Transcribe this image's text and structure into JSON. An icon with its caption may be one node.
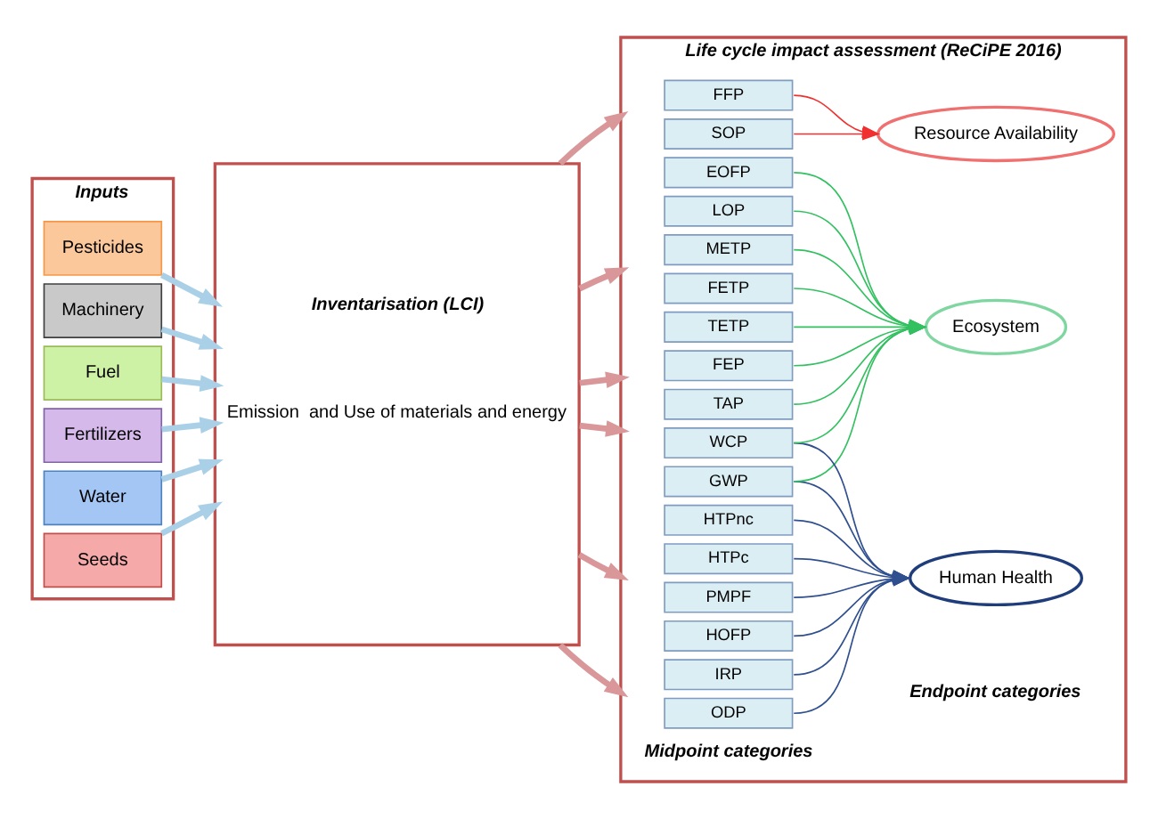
{
  "diagram": {
    "nodes": [
      {
        "text": [
          "Inputs"
        ]
      },
      {
        "text": [
          "Seeds"
        ],
        "in": 0
      },
      {
        "text": [
          "Water"
        ],
        "in": 0
      },
      {
        "text": [
          "Fertilizers"
        ],
        "in": 0
      },
      {
        "text": [
          "Fuel"
        ],
        "in": 0
      },
      {
        "text": [
          "Machinery"
        ],
        "in": 0
      },
      {
        "text": [
          "Pesticides"
        ],
        "in": 0
      },
      {
        "text": [
          "Inventarisation (LCI)",
          "Emission  and Use of materials and energy"
        ]
      },
      {
        "text": [
          "Life cycle impact assessment (ReCiPE 2016)"
        ]
      },
      {
        "text": [
          "GWP"
        ],
        "in": 8
      },
      {
        "text": [
          "ODP"
        ],
        "in": 8
      },
      {
        "text": [
          "IRP"
        ],
        "in": 8
      },
      {
        "text": [
          "HOFP"
        ],
        "in": 8
      },
      {
        "text": [
          "PMPF"
        ],
        "in": 8
      },
      {
        "text": [
          "HTPc"
        ],
        "in": 8
      },
      {
        "text": [
          "HTPnc"
        ],
        "in": 8
      },
      {
        "text": [
          "WCP"
        ],
        "in": 8
      },
      {
        "text": [
          "EOFP"
        ],
        "in": 8
      },
      {
        "text": [
          "TAP"
        ],
        "in": 8
      },
      {
        "text": [
          "FEP"
        ],
        "in": 8
      },
      {
        "text": [
          "TETP"
        ],
        "in": 8
      },
      {
        "text": [
          "FETP"
        ],
        "in": 8
      },
      {
        "text": [
          "METP"
        ],
        "in": 8
      },
      {
        "text": [
          "LOP"
        ],
        "in": 8
      },
      {
        "text": [
          "SOP"
        ],
        "in": 8
      },
      {
        "text": [
          "FFP"
        ],
        "in": 8
      },
      {
        "text": [
          "Human Health"
        ],
        "in": 8
      },
      {
        "text": [
          "Ecosystem"
        ],
        "in": 8
      },
      {
        "text": [
          "Resource Availability"
        ],
        "in": 8
      }
    ],
    "edges": [
      {
        "from": 1,
        "to": 7,
        "arrow": "to",
        "style": "thick",
        "color": "#a9d0e6"
      },
      {
        "from": 2,
        "to": 7,
        "arrow": "to",
        "style": "thick",
        "color": "#a9d0e6"
      },
      {
        "from": 3,
        "to": 7,
        "arrow": "to",
        "style": "thick",
        "color": "#a9d0e6"
      },
      {
        "from": 4,
        "to": 7,
        "arrow": "to",
        "style": "thick",
        "color": "#a9d0e6"
      },
      {
        "from": 5,
        "to": 7,
        "arrow": "to",
        "style": "thick",
        "color": "#a9d0e6"
      },
      {
        "from": 6,
        "to": 7,
        "arrow": "to",
        "style": "thick",
        "color": "#a9d0e6"
      },
      {
        "from": 7,
        "to": 8,
        "arrow": "to",
        "style": "thick",
        "color": "#d9979a"
      },
      {
        "from": 7,
        "to": 8,
        "arrow": "to",
        "style": "thick",
        "color": "#d9979a"
      },
      {
        "from": 7,
        "to": 8,
        "arrow": "to",
        "style": "thick",
        "color": "#d9979a"
      },
      {
        "from": 7,
        "to": 8,
        "arrow": "to",
        "style": "thick",
        "color": "#d9979a"
      },
      {
        "from": 7,
        "to": 8,
        "arrow": "to",
        "style": "thick",
        "color": "#d9979a"
      },
      {
        "from": 7,
        "to": 8,
        "arrow": "to",
        "style": "thick",
        "color": "#d9979a"
      },
      {
        "from": 9,
        "to": 26,
        "arrow": "to",
        "color": "#2f4f8f"
      },
      {
        "from": 10,
        "to": 26,
        "arrow": "to",
        "color": "#2f4f8f"
      },
      {
        "from": 11,
        "to": 26,
        "arrow": "to",
        "color": "#2f4f8f"
      },
      {
        "from": 12,
        "to": 26,
        "arrow": "to",
        "color": "#2f4f8f"
      },
      {
        "from": 13,
        "to": 26,
        "arrow": "to",
        "color": "#2f4f8f"
      },
      {
        "from": 14,
        "to": 26,
        "arrow": "to",
        "color": "#2f4f8f"
      },
      {
        "from": 15,
        "to": 26,
        "arrow": "to",
        "color": "#2f4f8f"
      },
      {
        "from": 16,
        "to": 26,
        "arrow": "to",
        "color": "#2f4f8f"
      },
      {
        "from": 9,
        "to": 27,
        "arrow": "to",
        "color": "#33c060"
      },
      {
        "from": 16,
        "to": 27,
        "arrow": "to",
        "color": "#33c060"
      },
      {
        "from": 17,
        "to": 27,
        "arrow": "to",
        "color": "#33c060"
      },
      {
        "from": 18,
        "to": 27,
        "arrow": "to",
        "color": "#33c060"
      },
      {
        "from": 19,
        "to": 27,
        "arrow": "to",
        "color": "#33c060"
      },
      {
        "from": 20,
        "to": 27,
        "arrow": "to",
        "color": "#33c060"
      },
      {
        "from": 21,
        "to": 27,
        "arrow": "to",
        "color": "#33c060"
      },
      {
        "from": 22,
        "to": 27,
        "arrow": "to",
        "color": "#33c060"
      },
      {
        "from": 23,
        "to": 27,
        "arrow": "to",
        "color": "#33c060"
      },
      {
        "from": 24,
        "to": 28,
        "arrow": "to",
        "color": "#f03030"
      },
      {
        "from": 25,
        "to": 28,
        "arrow": "to",
        "color": "#f03030"
      }
    ],
    "labels": [
      "Midpoint categories",
      "Endpoint categories"
    ]
  }
}
